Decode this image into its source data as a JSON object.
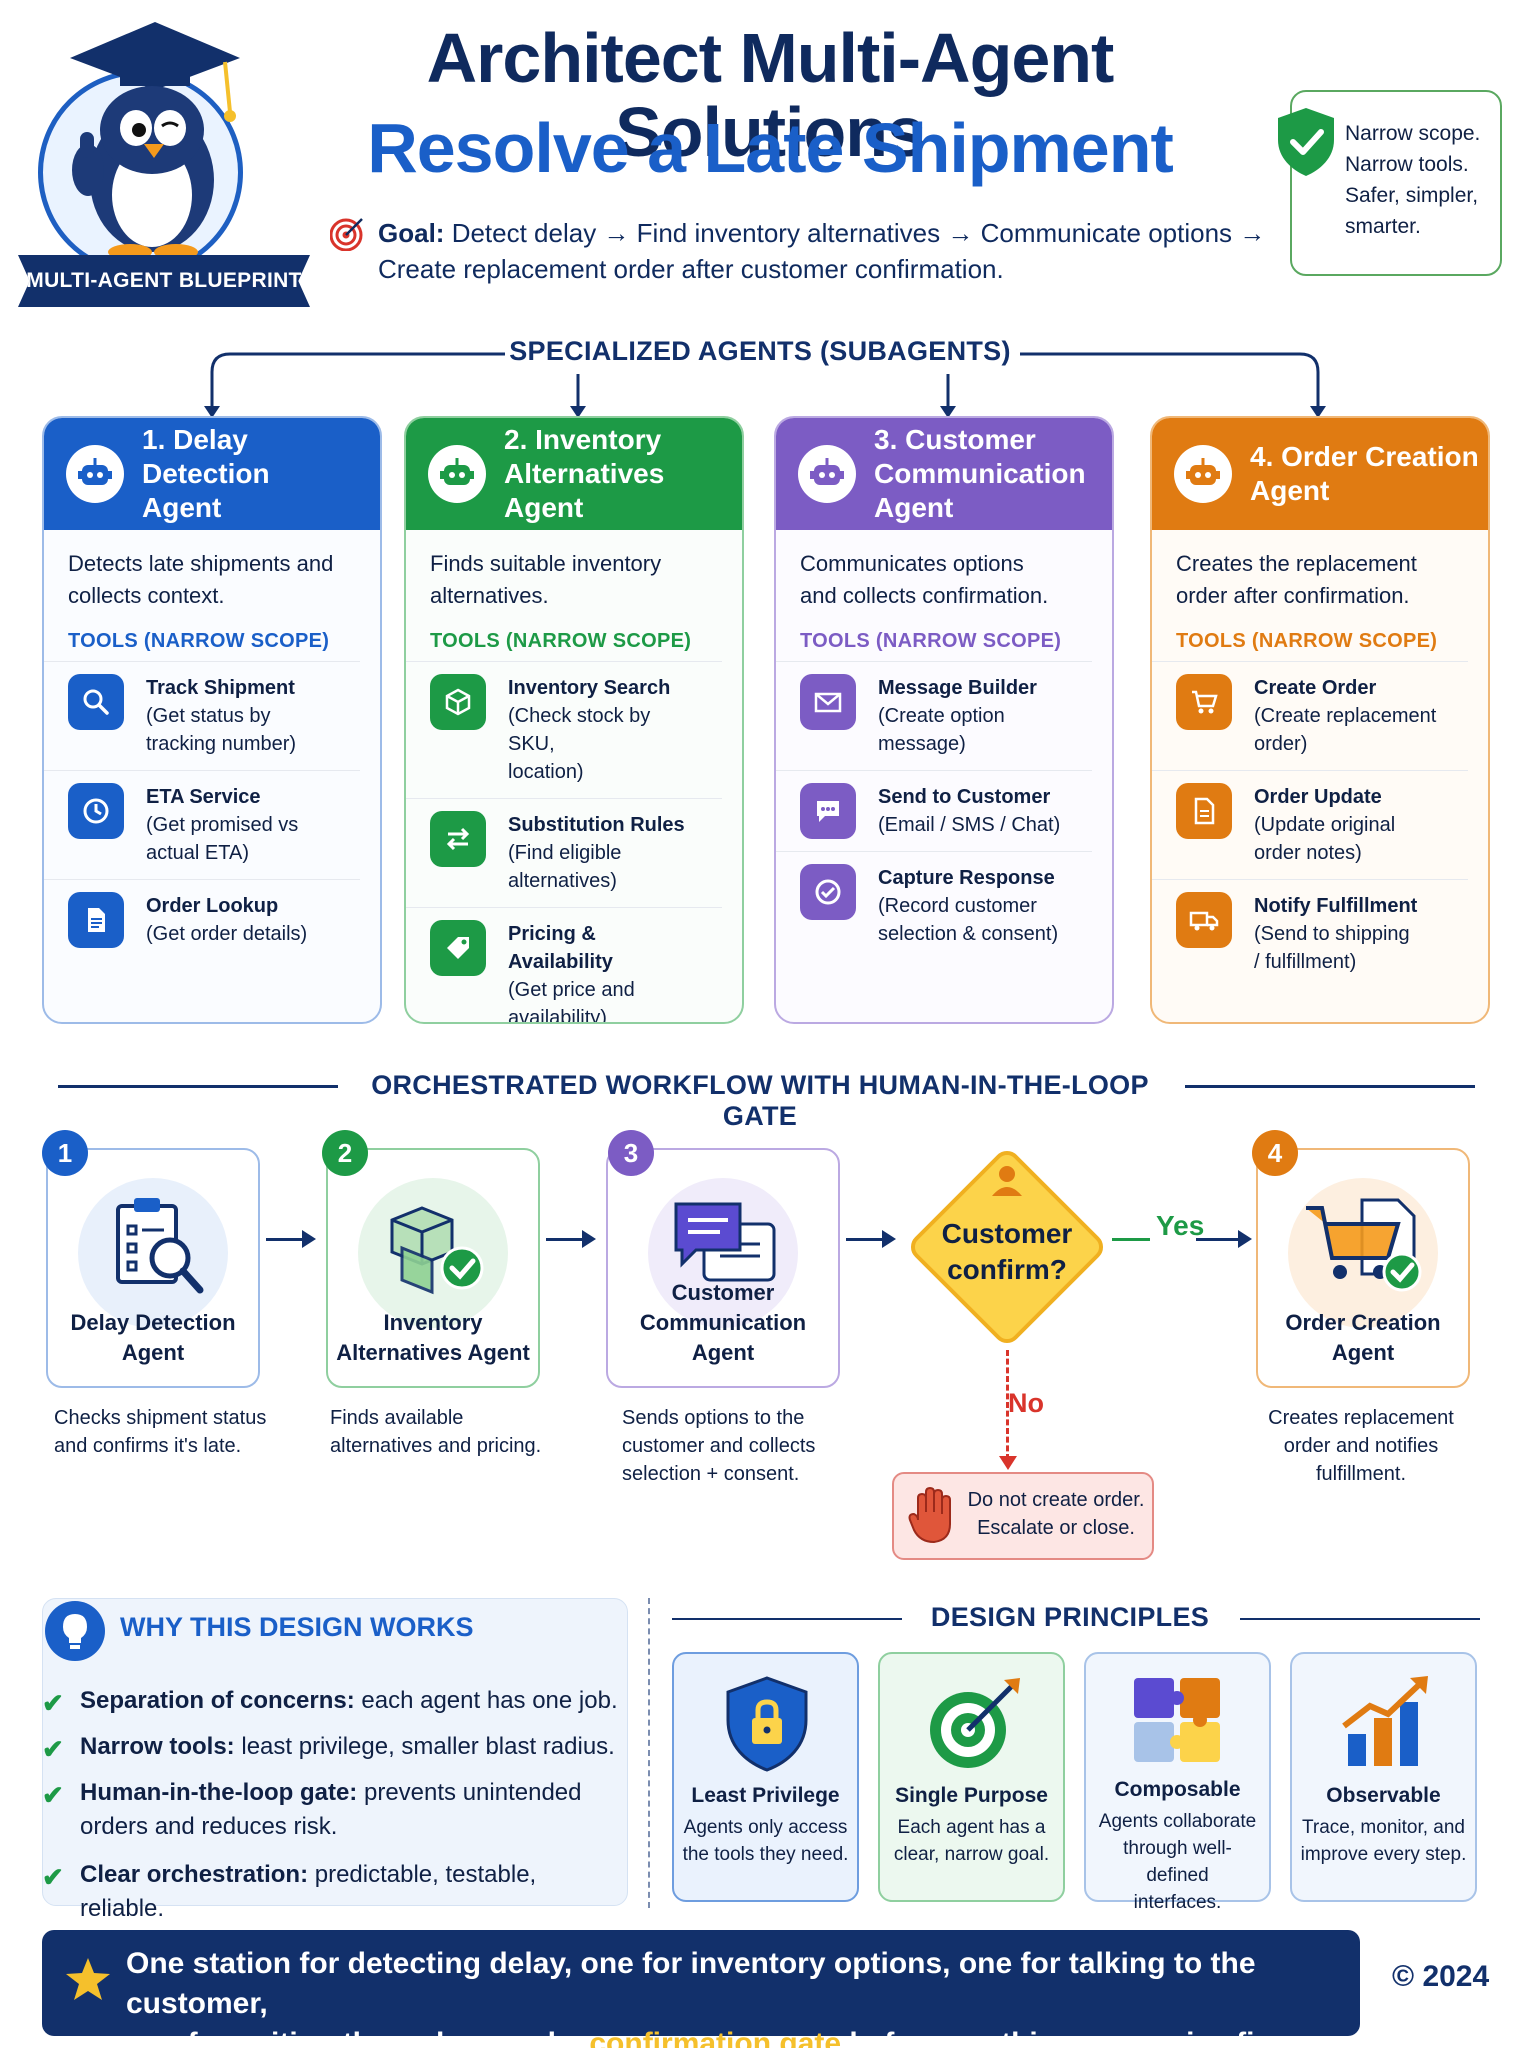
{
  "header": {
    "ribbon": "MULTI-AGENT BLUEPRINT",
    "title": "Architect Multi-Agent Solutions",
    "subtitle": "Resolve a Late Shipment",
    "goal_label": "Goal:",
    "goal_line1": "Detect delay → Find inventory alternatives → Communicate options →",
    "goal_line2": "Create replacement order after customer confirmation.",
    "callout": [
      "Narrow scope.",
      "Narrow tools.",
      "Safer, simpler,",
      "smarter."
    ]
  },
  "agents_section": {
    "title": "SPECIALIZED AGENTS (SUBAGENTS)",
    "tools_heading": "TOOLS (NARROW SCOPE)",
    "agents": [
      {
        "name_line1": "1. Delay Detection",
        "name_line2": "Agent",
        "desc_line1": "Detects late shipments and",
        "desc_line2": "collects context.",
        "color": "#1a5fc8",
        "tools": [
          {
            "icon": "search-icon",
            "name": "Track Shipment",
            "l1": "(Get status by",
            "l2": "tracking number)"
          },
          {
            "icon": "clock-icon",
            "name": "ETA Service",
            "l1": "(Get promised vs",
            "l2": "actual ETA)"
          },
          {
            "icon": "document-icon",
            "name": "Order Lookup",
            "l1": "(Get order details)",
            "l2": ""
          }
        ]
      },
      {
        "name_line1": "2. Inventory",
        "name_line2": "Alternatives Agent",
        "desc_line1": "Finds suitable inventory",
        "desc_line2": "alternatives.",
        "color": "#1d9a46",
        "tools": [
          {
            "icon": "box-icon",
            "name": "Inventory Search",
            "l1": "(Check stock by SKU,",
            "l2": "location)"
          },
          {
            "icon": "swap-icon",
            "name": "Substitution Rules",
            "l1": "(Find eligible",
            "l2": "alternatives)"
          },
          {
            "icon": "tag-icon",
            "name": "Pricing & Availability",
            "l1": "(Get price and",
            "l2": "availability)"
          }
        ]
      },
      {
        "name_line1": "3. Customer",
        "name_line2": "Communication Agent",
        "desc_line1": "Communicates options",
        "desc_line2": "and collects confirmation.",
        "color": "#7c5cc4",
        "tools": [
          {
            "icon": "envelope-icon",
            "name": "Message Builder",
            "l1": "(Create option",
            "l2": "message)"
          },
          {
            "icon": "chat-icon",
            "name": "Send to Customer",
            "l1": "(Email / SMS / Chat)",
            "l2": ""
          },
          {
            "icon": "check-circle-icon",
            "name": "Capture Response",
            "l1": "(Record customer",
            "l2": "selection & consent)"
          }
        ]
      },
      {
        "name_line1": "4. Order Creation",
        "name_line2": "Agent",
        "desc_line1": "Creates the replacement",
        "desc_line2": "order after confirmation.",
        "color": "#e07b12",
        "tools": [
          {
            "icon": "cart-icon",
            "name": "Create Order",
            "l1": "(Create replacement",
            "l2": "order)"
          },
          {
            "icon": "document-edit-icon",
            "name": "Order Update",
            "l1": "(Update original",
            "l2": "order notes)"
          },
          {
            "icon": "truck-icon",
            "name": "Notify Fulfillment",
            "l1": "(Send to shipping",
            "l2": "/ fulfillment)"
          }
        ]
      }
    ]
  },
  "workflow": {
    "title": "ORCHESTRATED WORKFLOW WITH HUMAN-IN-THE-LOOP GATE",
    "steps": [
      {
        "num": "1",
        "l1": "Delay Detection",
        "l2": "Agent",
        "d1": "Checks shipment status",
        "d2": "and confirms it's late.",
        "d3": ""
      },
      {
        "num": "2",
        "l1": "Inventory",
        "l2": "Alternatives Agent",
        "d1": "Finds available",
        "d2": "alternatives and pricing.",
        "d3": ""
      },
      {
        "num": "3",
        "l1": "Customer",
        "l2": "Communication Agent",
        "d1": "Sends options to the",
        "d2": "customer and collects",
        "d3": "selection + consent."
      },
      {
        "num": "4",
        "l1": "Order Creation",
        "l2": "Agent",
        "d1": "Creates replacement",
        "d2": "order and notifies",
        "d3": "fulfillment."
      }
    ],
    "gate_l1": "Customer",
    "gate_l2": "confirm?",
    "yes": "Yes",
    "no": "No",
    "stop_l1": "Do not create order.",
    "stop_l2": "Escalate or close."
  },
  "why": {
    "title": "WHY THIS DESIGN WORKS",
    "items": [
      {
        "b": "Separation of concerns:",
        "t": " each agent has one job.",
        "t2": ""
      },
      {
        "b": "Narrow tools:",
        "t": " least privilege, smaller blast radius.",
        "t2": ""
      },
      {
        "b": "Human-in-the-loop gate:",
        "t": " prevents unintended",
        "t2": "orders and reduces risk."
      },
      {
        "b": "Clear orchestration:",
        "t": " predictable, testable, reliable.",
        "t2": ""
      }
    ]
  },
  "principles": {
    "title": "DESIGN PRINCIPLES",
    "items": [
      {
        "icon": "shield-lock-icon",
        "t": "Least Privilege",
        "d1": "Agents only access",
        "d2": "the tools they need.",
        "d3": ""
      },
      {
        "icon": "target-icon",
        "t": "Single Purpose",
        "d1": "Each agent has a",
        "d2": "clear, narrow goal.",
        "d3": ""
      },
      {
        "icon": "puzzle-icon",
        "t": "Composable",
        "d1": "Agents collaborate",
        "d2": "through well-defined",
        "d3": "interfaces."
      },
      {
        "icon": "chart-up-icon",
        "t": "Observable",
        "d1": "Trace, monitor, and",
        "d2": "improve every step.",
        "d3": ""
      }
    ]
  },
  "banner": {
    "l1": "One station for detecting delay, one for inventory options, one for talking to the customer,",
    "l2a": "one for writing the order—and a ",
    "l2b": "confirmation gate",
    "l2c": " before anything expensive fires."
  },
  "copyright": "© 2024"
}
